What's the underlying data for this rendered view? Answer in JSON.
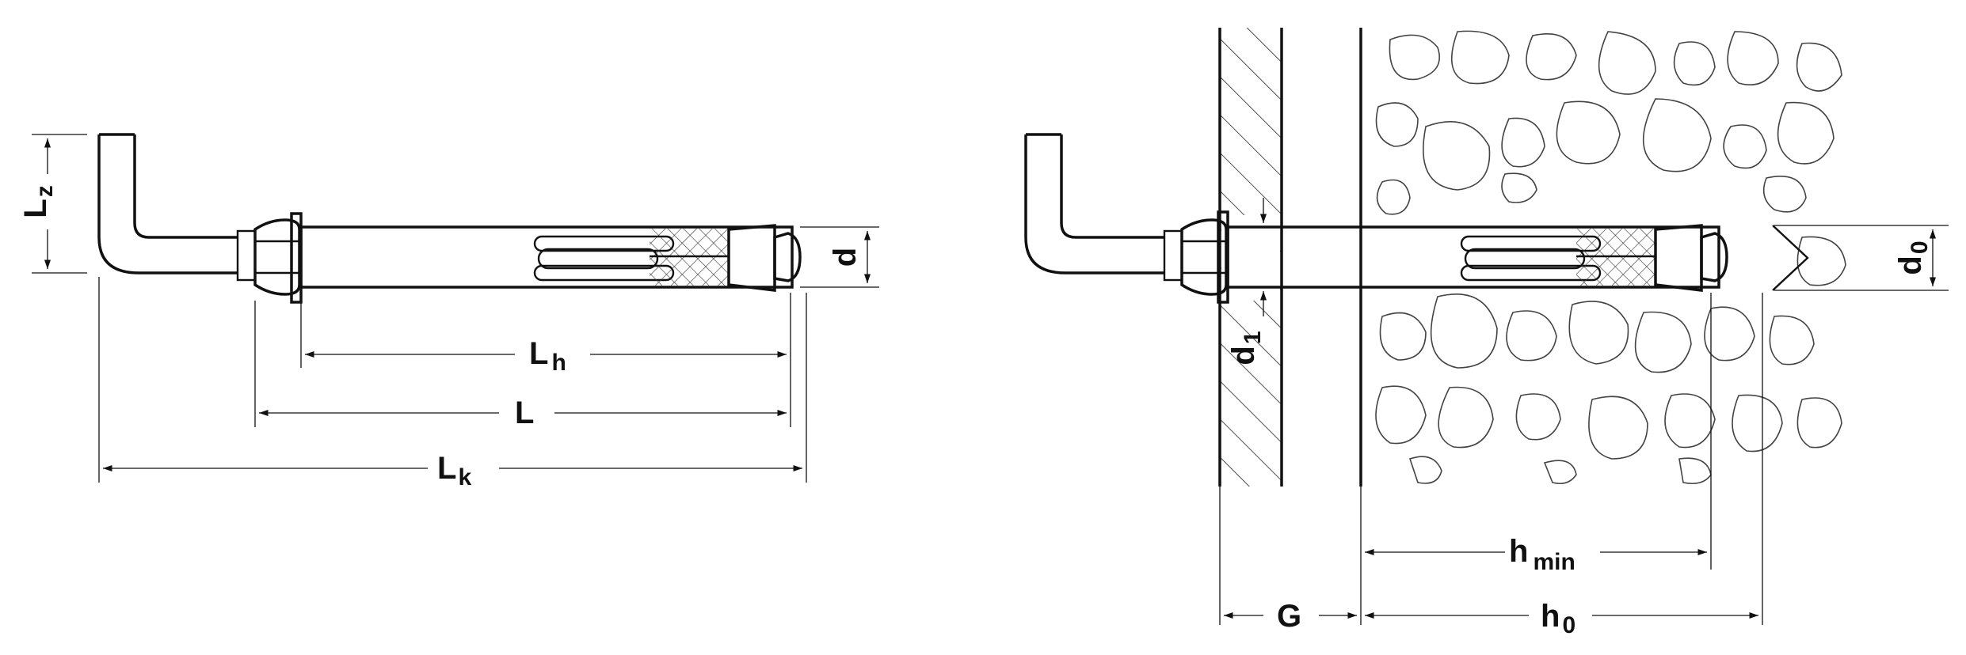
{
  "labels": {
    "Lz": {
      "main": "L",
      "sub": "z"
    },
    "d": "d",
    "Lh": {
      "main": "L",
      "sub": "h"
    },
    "L": "L",
    "Lk": {
      "main": "L",
      "sub": "k"
    },
    "d0": {
      "main": "d",
      "sub": "0"
    },
    "d1": {
      "main": "d",
      "sub": "1"
    },
    "hmin": {
      "main": "h",
      "sub": "min"
    },
    "G": "G",
    "h0": {
      "main": "h",
      "sub": "0"
    }
  }
}
